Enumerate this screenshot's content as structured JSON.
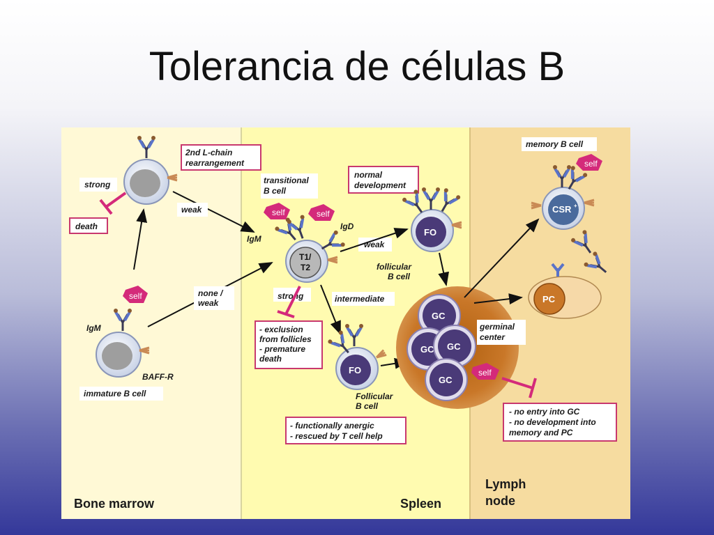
{
  "title": "Tolerancia de células B",
  "zones": {
    "bone_marrow": "Bone marrow",
    "spleen": "Spleen",
    "lymph_node_1": "Lymph",
    "lymph_node_2": "node"
  },
  "labels": {
    "strong_bm": "strong",
    "death": "death",
    "l_chain_1": "2nd L-chain",
    "l_chain_2": "rearrangement",
    "weak_bm": "weak",
    "none_weak_1": "none /",
    "none_weak_2": "weak",
    "igm_immature": "IgM",
    "baff_r": "BAFF-R",
    "immature_b_cell": "immature B cell",
    "transitional_1": "transitional",
    "transitional_2": "B cell",
    "igm_t": "IgM",
    "igd": "IgD",
    "weak_spleen": "weak",
    "normal_dev_1": "normal",
    "normal_dev_2": "development",
    "follicular_1": "follicular",
    "follicular_2": "B cell",
    "strong_spleen": "strong",
    "intermediate": "intermediate",
    "exclusion_1": "- exclusion",
    "exclusion_2": "from follicles",
    "exclusion_3": "- premature",
    "exclusion_4": "death",
    "follicular_b_1": "Follicular",
    "follicular_b_2": "B cell",
    "anergic_1": "- functionally anergic",
    "anergic_2": "- rescued by T cell help",
    "germinal_1": "germinal",
    "germinal_2": "center",
    "memory_b_cell": "memory B cell",
    "no_entry_1": "- no entry into GC",
    "no_entry_2": "- no development into",
    "no_entry_3": "memory and PC"
  },
  "cells": {
    "t1t2_1": "T1/",
    "t1t2_2": "T2",
    "fo_top": "FO",
    "fo_bottom": "FO",
    "gc": "GC",
    "csr": "CSR",
    "pc": "PC"
  },
  "self_tag": "self",
  "colors": {
    "bone_marrow_bg": "#fff9d6",
    "spleen_bg": "#fffbb0",
    "lymph_bg": "#f6dca0",
    "gc_orange": "#c97728",
    "box_border": "#c8386e",
    "self_tag": "#d42a7a",
    "cell_purple": "#4a3a78"
  }
}
